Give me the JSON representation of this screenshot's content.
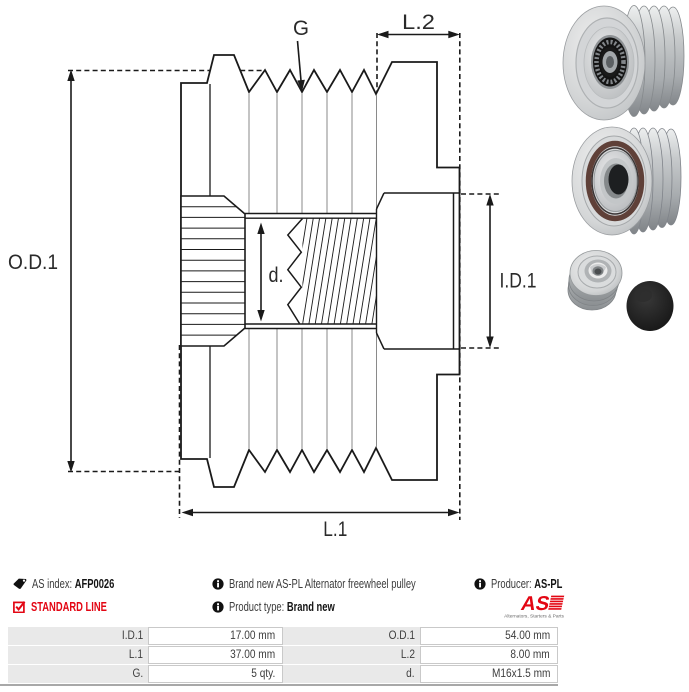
{
  "drawing": {
    "labels": {
      "outer_diameter": "O.D.1",
      "groove": "G",
      "length2": "L.2",
      "thread_diameter": "d.",
      "inner_diameter": "I.D.1",
      "length1": "L.1"
    }
  },
  "photos": [
    {
      "name": "pulley-photo-front-splined-bore"
    },
    {
      "name": "pulley-photo-angled-bearing-side"
    },
    {
      "name": "pulley-photo-small-with-plastic-cap"
    }
  ],
  "footer": {
    "as_index_label": "AS index:",
    "as_index_value": "AFP0026",
    "standard_line": "STANDARD LINE",
    "description": "Brand new AS-PL Alternator freewheel pulley",
    "product_type_label": "Product type:",
    "product_type_value": "Brand new",
    "producer_label": "Producer:",
    "producer_value": "AS-PL",
    "logo_text": "AS",
    "logo_tagline": "Alternators, Starters & Parts"
  },
  "table": {
    "rows": [
      [
        {
          "label": "I.D.1",
          "value": "17.00 mm"
        },
        {
          "label": "O.D.1",
          "value": "54.00 mm"
        }
      ],
      [
        {
          "label": "L.1",
          "value": "37.00 mm"
        },
        {
          "label": "L.2",
          "value": "8.00 mm"
        }
      ],
      [
        {
          "label": "G.",
          "value": "5 qty."
        },
        {
          "label": "d.",
          "value": "M16x1.5 mm"
        }
      ]
    ]
  },
  "colors": {
    "accent_red": "#e30613",
    "line_black": "#1a1a1a",
    "table_label_bg": "#e9e9e9",
    "table_value_border": "#c9c9c9",
    "table_bottom_border": "#a8a8a8",
    "text_dark": "#3c3c3c"
  }
}
